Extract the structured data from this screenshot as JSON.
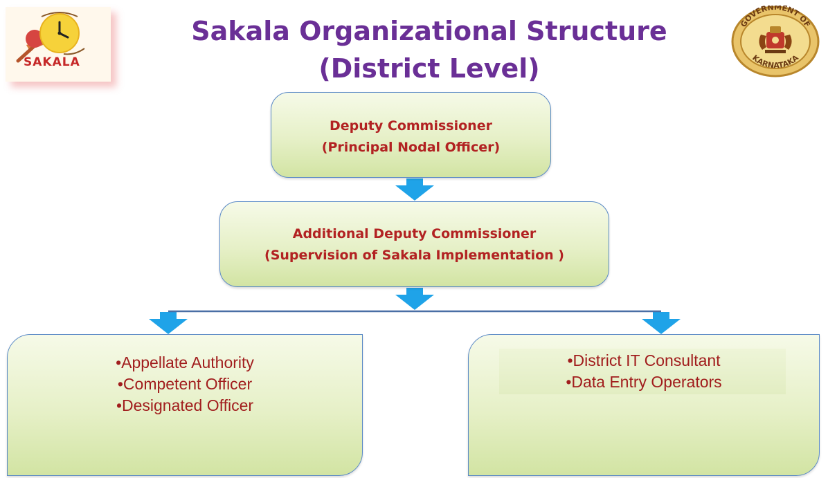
{
  "title": {
    "line1": "Sakala Organizational Structure",
    "line2": "(District Level)"
  },
  "logos": {
    "left": {
      "word": "SAKALA",
      "icon": "clock-scale-icon"
    },
    "right": {
      "text": "GOVERNMENT OF KARNATAKA",
      "icon": "emblem-icon"
    }
  },
  "nodes": {
    "deputy_commissioner": {
      "line1": "Deputy Commissioner",
      "line2": "(Principal Nodal Officer)"
    },
    "additional_deputy_commissioner": {
      "line1": "Additional Deputy Commissioner",
      "line2": "(Supervision of Sakala Implementation )"
    },
    "officers": {
      "items": [
        "•Appellate Authority",
        "•Competent Officer",
        "•Designated Officer"
      ]
    },
    "it_staff": {
      "items": [
        "•District IT Consultant",
        "•Data Entry Operators"
      ]
    }
  },
  "colors": {
    "title": "#6a2f96",
    "box_text": "#b22222",
    "arrow": "#1fa3e8",
    "box_border": "#5a8ac6",
    "box_fill": "#e6f0c7"
  }
}
